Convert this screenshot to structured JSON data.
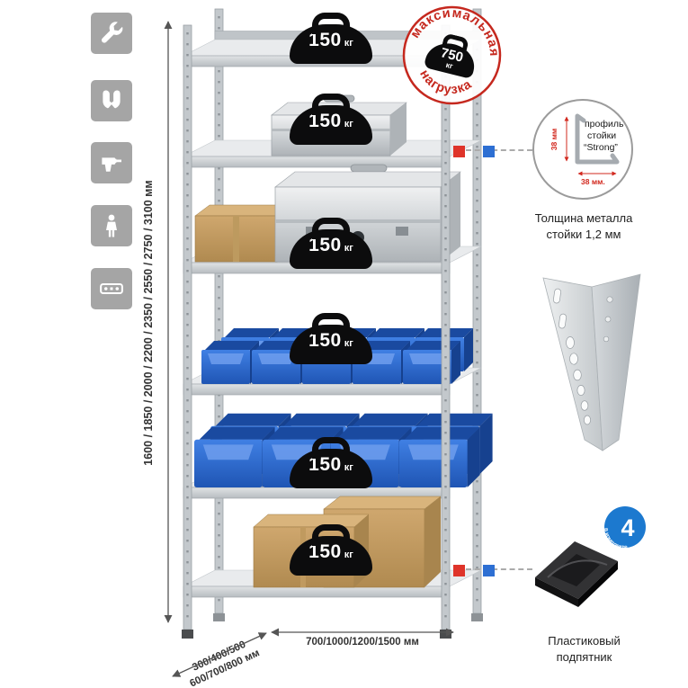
{
  "sidebar": {
    "icons": [
      {
        "name": "wrench-icon"
      },
      {
        "name": "gloves-icon"
      },
      {
        "name": "drill-icon"
      },
      {
        "name": "person-icon"
      },
      {
        "name": "perforated-profile-icon"
      }
    ]
  },
  "rack": {
    "shelves": [
      {
        "load_value": "150",
        "load_unit": "кг"
      },
      {
        "load_value": "150",
        "load_unit": "кг"
      },
      {
        "load_value": "150",
        "load_unit": "кг"
      },
      {
        "load_value": "150",
        "load_unit": "кг"
      },
      {
        "load_value": "150",
        "load_unit": "кг"
      },
      {
        "load_value": "150",
        "load_unit": "кг"
      }
    ]
  },
  "stamp": {
    "arc_top": "максимальная",
    "arc_bottom": "нагрузка",
    "value": "750",
    "unit": "кг"
  },
  "dimensions": {
    "height_options": "1600 / 1850 / 2000 / 2200 / 2350 / 2550 / 2750 / 3100 мм",
    "depth_line1": "300/400/500",
    "depth_line2": "600/700/800 мм",
    "width_options": "700/1000/1200/1500 мм"
  },
  "profile": {
    "dim_vertical": "38 мм",
    "dim_horizontal": "38 мм.",
    "label_line1": "профиль",
    "label_line2": "стойки",
    "label_line3": "“Strong”",
    "caption_line1": "Толщина металла",
    "caption_line2": "стойки 1,2 мм"
  },
  "foot": {
    "badge_value": "4",
    "badge_text": "в комплекте",
    "caption_line1": "Пластиковый",
    "caption_line2": "подпятник"
  },
  "colors": {
    "accent_red": "#cf2d24",
    "accent_blue": "#1c79cf",
    "metal_gray": "#c3c8cc",
    "bin_blue": "#2e6fd6"
  }
}
